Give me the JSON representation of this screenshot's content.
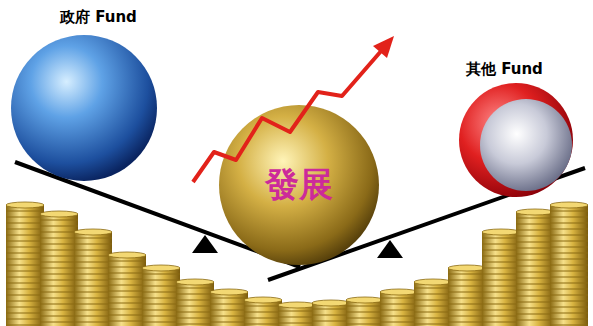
{
  "diagram": {
    "nodes": [
      {
        "text": [
          "政府 Fund"
        ]
      },
      {
        "text": [
          "發展"
        ]
      },
      {
        "text": [
          "其他 Fund"
        ]
      }
    ]
  }
}
